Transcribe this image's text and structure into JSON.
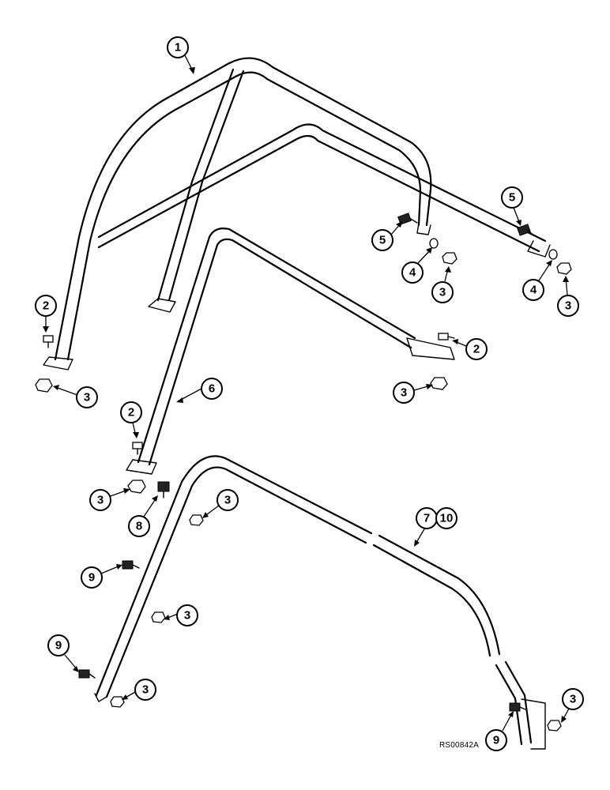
{
  "diagram": {
    "reference_code": "RS00842A",
    "callouts": [
      {
        "id": "c1",
        "label": "1"
      },
      {
        "id": "c2a",
        "label": "2"
      },
      {
        "id": "c2b",
        "label": "2"
      },
      {
        "id": "c2c",
        "label": "2"
      },
      {
        "id": "c3a",
        "label": "3"
      },
      {
        "id": "c3b",
        "label": "3"
      },
      {
        "id": "c3c",
        "label": "3"
      },
      {
        "id": "c3d",
        "label": "3"
      },
      {
        "id": "c3e",
        "label": "3"
      },
      {
        "id": "c3f",
        "label": "3"
      },
      {
        "id": "c3g",
        "label": "3"
      },
      {
        "id": "c3h",
        "label": "3"
      },
      {
        "id": "c3i",
        "label": "3"
      },
      {
        "id": "c4a",
        "label": "4"
      },
      {
        "id": "c4b",
        "label": "4"
      },
      {
        "id": "c5a",
        "label": "5"
      },
      {
        "id": "c5b",
        "label": "5"
      },
      {
        "id": "c6",
        "label": "6"
      },
      {
        "id": "c7",
        "label": "7"
      },
      {
        "id": "c8",
        "label": "8"
      },
      {
        "id": "c9a",
        "label": "9"
      },
      {
        "id": "c9b",
        "label": "9"
      },
      {
        "id": "c9c",
        "label": "9"
      },
      {
        "id": "c10",
        "label": "10"
      }
    ]
  }
}
